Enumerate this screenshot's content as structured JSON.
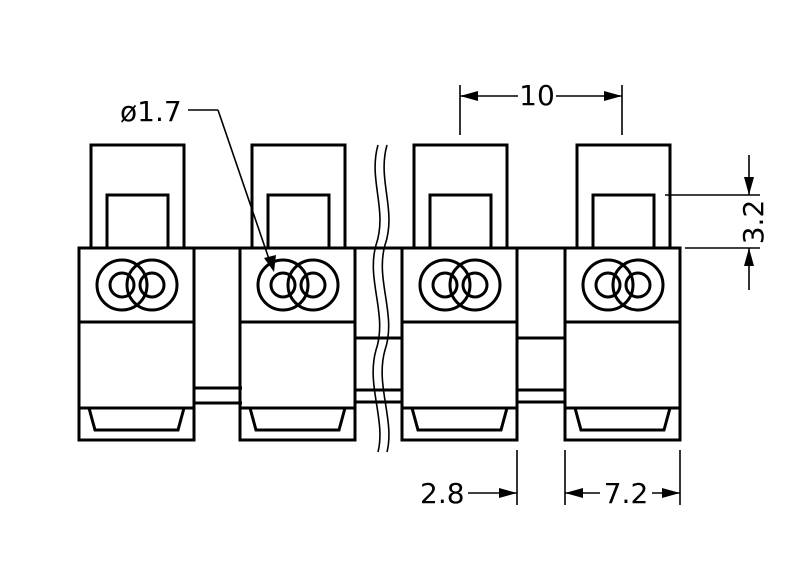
{
  "drawing": {
    "line_color": "#000000",
    "background": "#ffffff",
    "labels": {
      "hole_diameter": "ø1.7",
      "pitch": "10",
      "height": "3.2",
      "offset": "2.8",
      "width": "7.2"
    }
  }
}
